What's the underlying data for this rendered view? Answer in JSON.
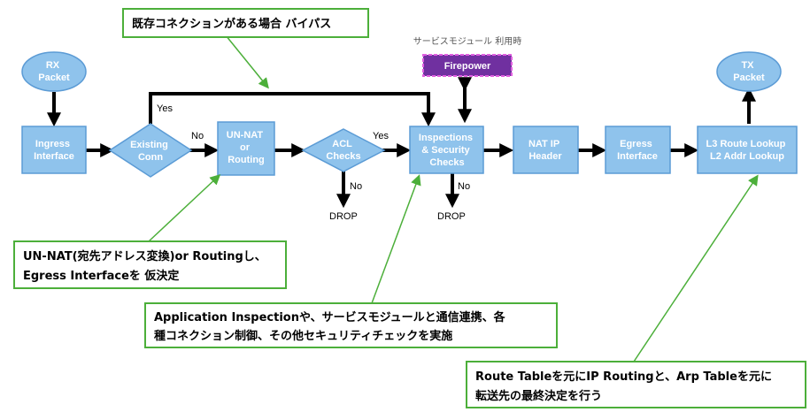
{
  "nodes": {
    "rx_packet": [
      "RX",
      "Packet"
    ],
    "ingress_interface": [
      "Ingress",
      "Interface"
    ],
    "existing_conn": [
      "Existing",
      "Conn"
    ],
    "un_nat_routing": [
      "UN-NAT",
      "or",
      "Routing"
    ],
    "acl_checks": [
      "ACL",
      "Checks"
    ],
    "inspections": [
      "Inspections",
      "& Security",
      "Checks"
    ],
    "nat_ip_header": [
      "NAT IP",
      "Header"
    ],
    "egress_interface": [
      "Egress",
      "Interface"
    ],
    "l3_route_lookup": [
      "L3 Route Lookup",
      "L2 Addr Lookup"
    ],
    "tx_packet": [
      "TX",
      "Packet"
    ],
    "firepower": "Firepower"
  },
  "labels": {
    "yes_bypass": "Yes",
    "no_existing": "No",
    "yes_acl": "Yes",
    "no_acl": "No",
    "drop_acl": "DROP",
    "no_inspection": "No",
    "drop_inspection": "DROP",
    "service_module_note": "サービスモジュール 利用時"
  },
  "callouts": {
    "bypass": [
      "既存コネクションがある場合 バイパス"
    ],
    "un_nat": [
      "UN-NAT(宛先アドレス変換)or Routingし、",
      "Egress Interfaceを 仮決定"
    ],
    "inspection": [
      "Application Inspectionや、サービスモジュールと通信連携、各",
      "種コネクション制御、その他セキュリティチェックを実施"
    ],
    "route": [
      "Route Tableを元にIP Routingと、Arp Tableを元に",
      "転送先の最終決定を行う"
    ]
  },
  "colors": {
    "node_fill": "#8fc3ec",
    "node_stroke": "#5b9bd5",
    "firepower_fill": "#7030a0",
    "firepower_stroke": "#e060e0",
    "callout_border": "#4caf3a",
    "arrow": "#000000"
  }
}
